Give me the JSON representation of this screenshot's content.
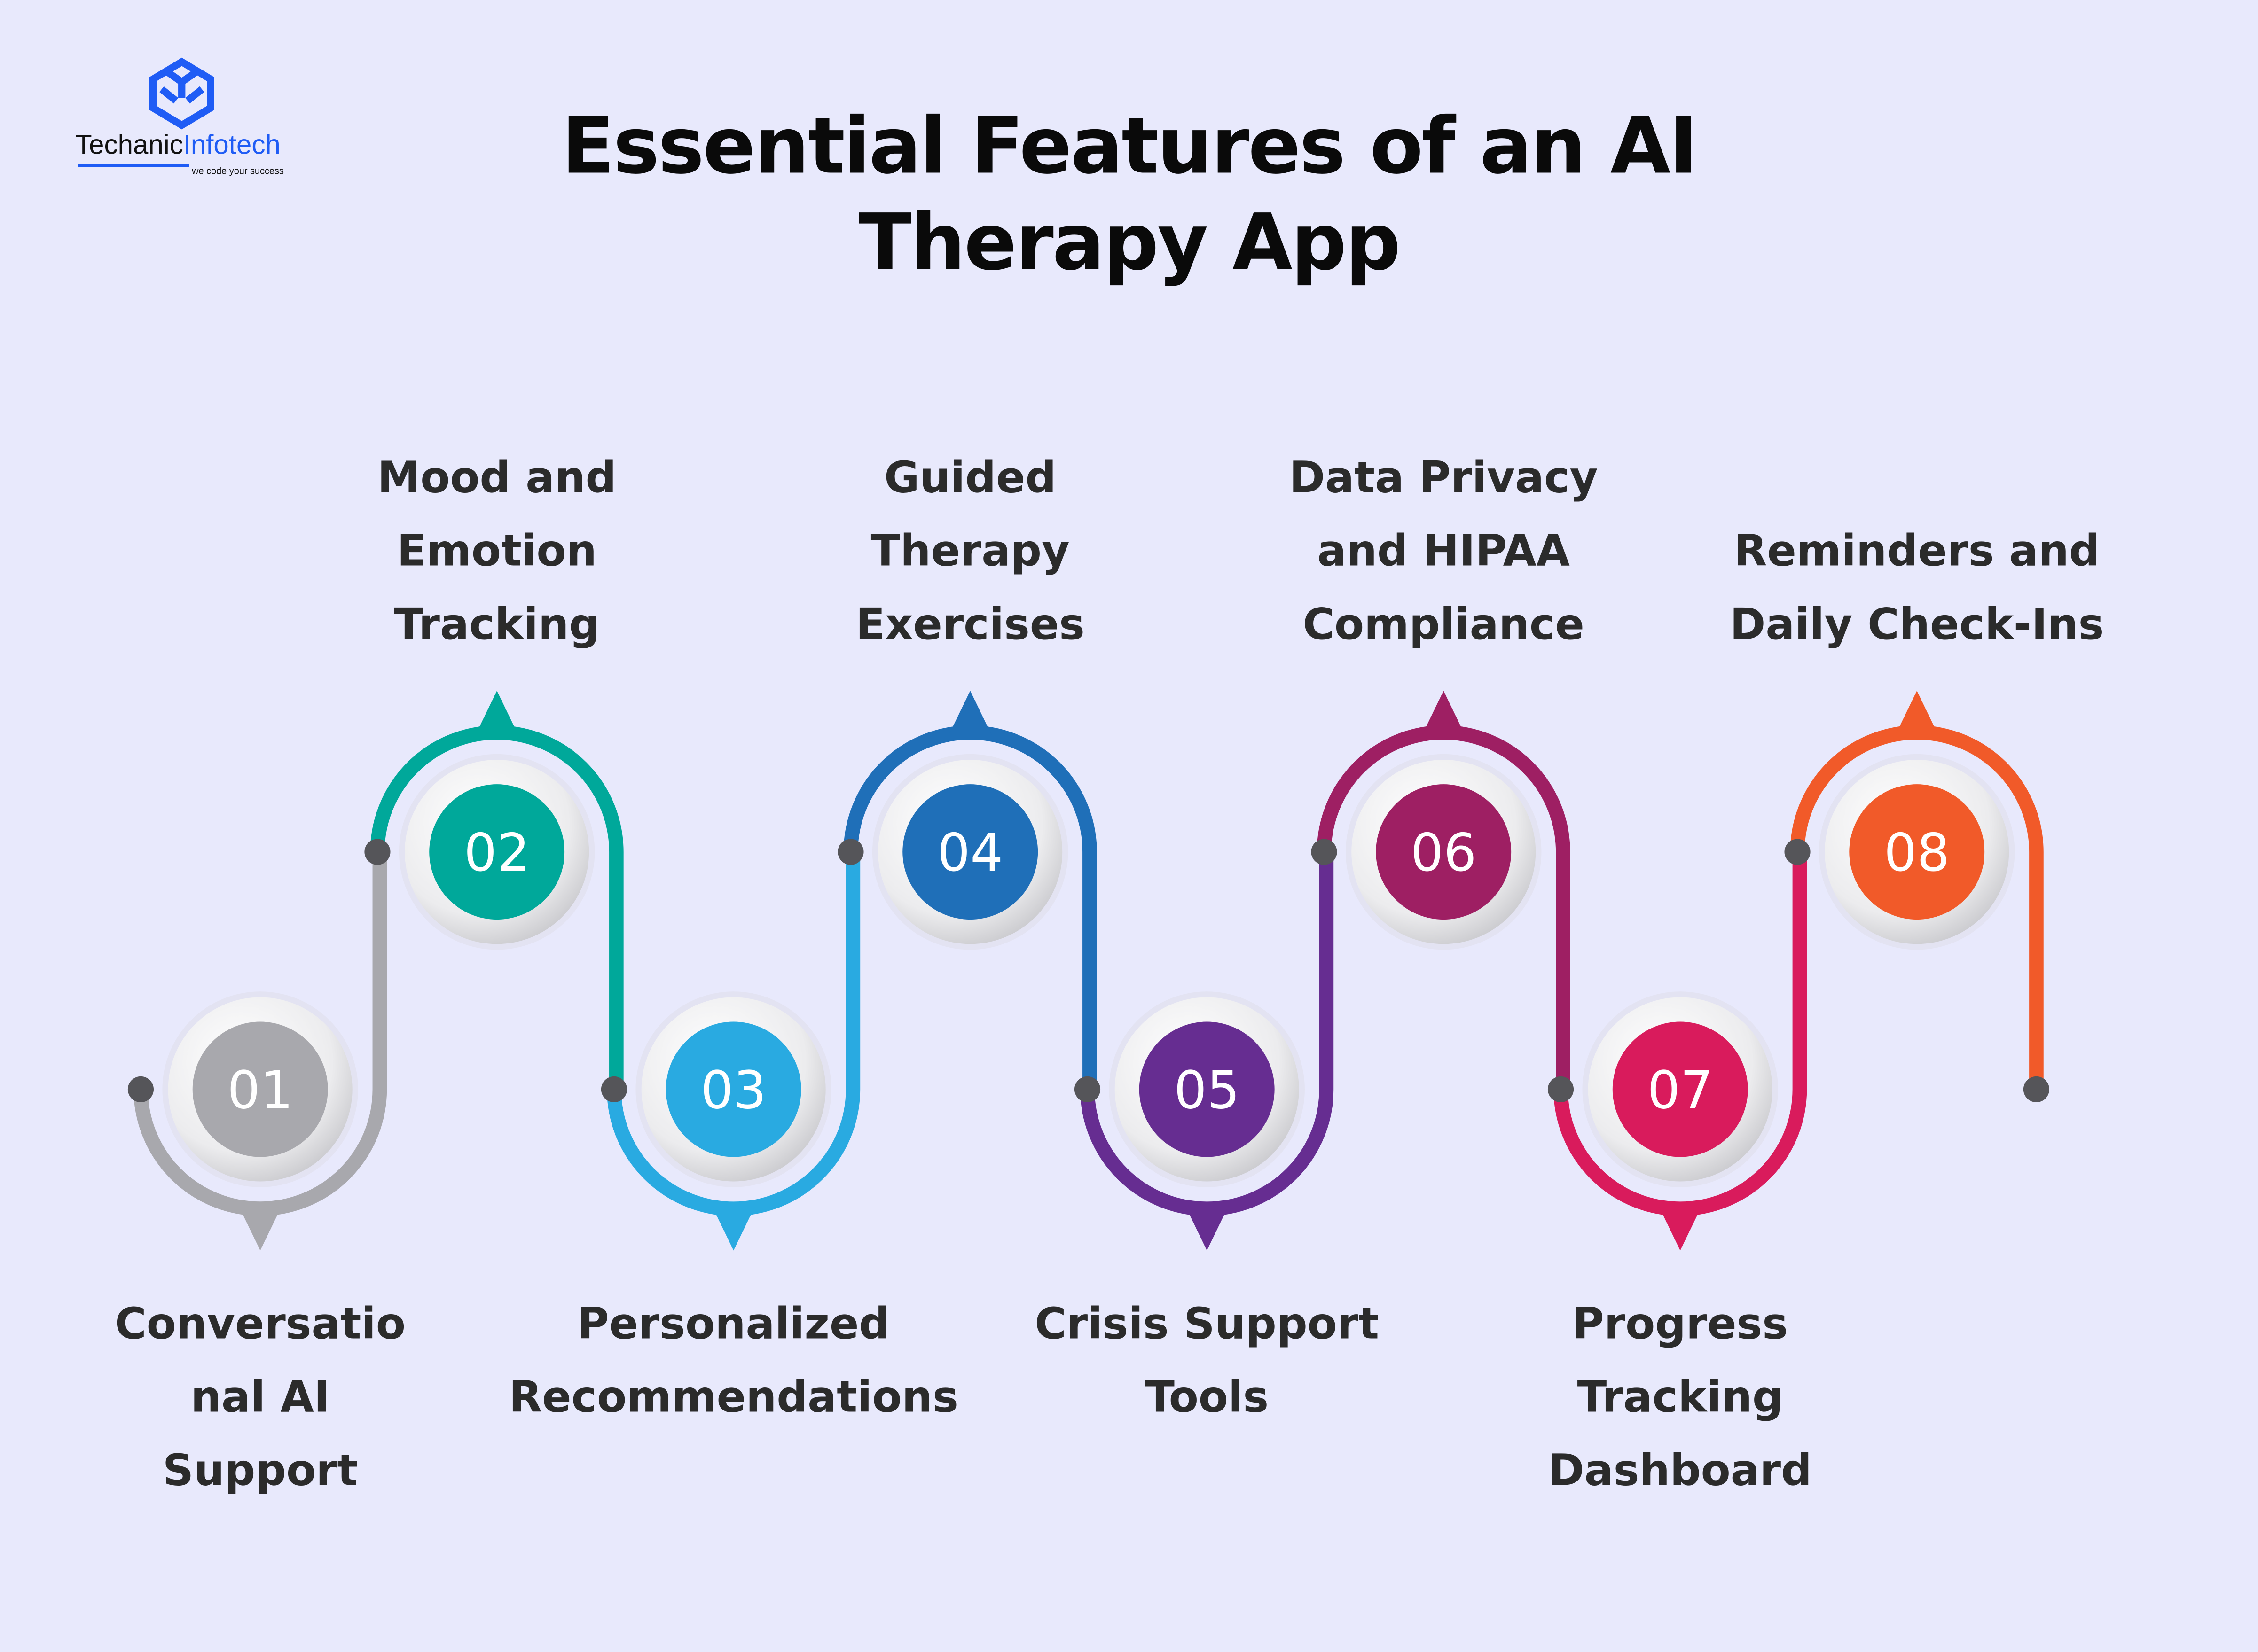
{
  "logo": {
    "name_part1": "Techanic",
    "name_part2": "Infotech",
    "tagline": "we code your success",
    "color": "#1f5cf5"
  },
  "title": {
    "line1": "Essential Features of an AI",
    "line2": "Therapy App"
  },
  "background": "#e8e9fc",
  "items": [
    {
      "number": "01",
      "label_lines": [
        "Conversatio",
        "nal AI",
        "Support"
      ],
      "color": "#a8a8ad",
      "position": "bottom"
    },
    {
      "number": "02",
      "label_lines": [
        "Mood and",
        "Emotion",
        "Tracking"
      ],
      "color": "#00a89a",
      "position": "top"
    },
    {
      "number": "03",
      "label_lines": [
        "Personalized",
        "Recommendations"
      ],
      "color": "#29aae1",
      "position": "bottom"
    },
    {
      "number": "04",
      "label_lines": [
        "Guided",
        "Therapy",
        "Exercises"
      ],
      "color": "#1f6fb8",
      "position": "top"
    },
    {
      "number": "05",
      "label_lines": [
        "Crisis Support",
        "Tools"
      ],
      "color": "#662d91",
      "position": "bottom"
    },
    {
      "number": "06",
      "label_lines": [
        "Data Privacy",
        "and HIPAA",
        "Compliance"
      ],
      "color": "#9e1f63",
      "position": "top"
    },
    {
      "number": "07",
      "label_lines": [
        "Progress",
        "Tracking",
        "Dashboard"
      ],
      "color": "#d91b5c",
      "position": "bottom"
    },
    {
      "number": "08",
      "label_lines": [
        "Reminders and",
        "Daily Check-Ins"
      ],
      "color": "#f15a29",
      "position": "top"
    }
  ]
}
